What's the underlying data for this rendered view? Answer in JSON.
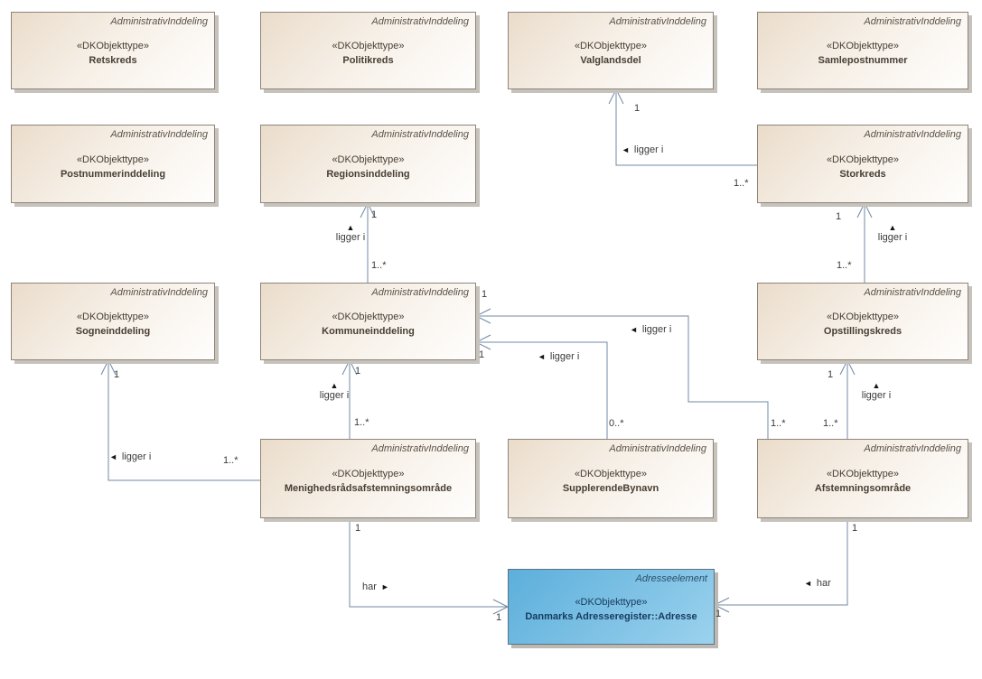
{
  "diagram": {
    "classes": [
      {
        "header": "AdministrativInddeling",
        "stereotype": "«DKObjekttype»",
        "name": "Retskreds"
      },
      {
        "header": "AdministrativInddeling",
        "stereotype": "«DKObjekttype»",
        "name": "Politikreds"
      },
      {
        "header": "AdministrativInddeling",
        "stereotype": "«DKObjekttype»",
        "name": "Valglandsdel"
      },
      {
        "header": "AdministrativInddeling",
        "stereotype": "«DKObjekttype»",
        "name": "Samlepostnummer"
      },
      {
        "header": "AdministrativInddeling",
        "stereotype": "«DKObjekttype»",
        "name": "Postnummerinddeling"
      },
      {
        "header": "AdministrativInddeling",
        "stereotype": "«DKObjekttype»",
        "name": "Regionsinddeling"
      },
      {
        "header": "AdministrativInddeling",
        "stereotype": "«DKObjekttype»",
        "name": "Storkreds"
      },
      {
        "header": "AdministrativInddeling",
        "stereotype": "«DKObjekttype»",
        "name": "Sogneinddeling"
      },
      {
        "header": "AdministrativInddeling",
        "stereotype": "«DKObjekttype»",
        "name": "Kommuneinddeling"
      },
      {
        "header": "AdministrativInddeling",
        "stereotype": "«DKObjekttype»",
        "name": "Opstillingskreds"
      },
      {
        "header": "AdministrativInddeling",
        "stereotype": "«DKObjekttype»",
        "name": "Menighedsrådsafstemningsområde"
      },
      {
        "header": "AdministrativInddeling",
        "stereotype": "«DKObjekttype»",
        "name": "SupplerendeBynavn"
      },
      {
        "header": "AdministrativInddeling",
        "stereotype": "«DKObjekttype»",
        "name": "Afstemningsområde"
      },
      {
        "header": "Adresseelement",
        "stereotype": "«DKObjekttype»",
        "name": "Danmarks Adresseregister::Adresse"
      }
    ],
    "connectors": [
      {
        "from": "Kommuneinddeling",
        "to": "Regionsinddeling",
        "label": "ligger i",
        "glyph": "▲",
        "mult_to": "1",
        "mult_from": "1..*"
      },
      {
        "from": "Storkreds",
        "to": "Valglandsdel",
        "label": "ligger i",
        "glyph": "◄",
        "mult_to": "1",
        "mult_from": "1..*"
      },
      {
        "from": "Opstillingskreds",
        "to": "Storkreds",
        "label": "ligger i",
        "glyph": "▲",
        "mult_to": "1",
        "mult_from": "1..*"
      },
      {
        "from": "Afstemningsområde",
        "to": "Opstillingskreds",
        "label": "ligger i",
        "glyph": "▲",
        "mult_to": "1",
        "mult_from": "1..*"
      },
      {
        "from": "Afstemningsområde",
        "to": "Kommuneinddeling",
        "label": "ligger i",
        "glyph": "◄",
        "mult_to": "1",
        "mult_from": "1..*"
      },
      {
        "from": "SupplerendeBynavn",
        "to": "Kommuneinddeling",
        "label": "ligger i",
        "glyph": "◄",
        "mult_to": "1",
        "mult_from": "0..*"
      },
      {
        "from": "Menighedsrådsafstemningsområde",
        "to": "Kommuneinddeling",
        "label": "ligger i",
        "glyph": "▲",
        "mult_to": "1",
        "mult_from": "1..*"
      },
      {
        "from": "Menighedsrådsafstemningsområde",
        "to": "Sogneinddeling",
        "label": "ligger i",
        "glyph": "◄",
        "mult_to": "1",
        "mult_from": "1..*"
      },
      {
        "from": "Menighedsrådsafstemningsområde",
        "to": "Danmarks Adresseregister::Adresse",
        "label": "har",
        "glyph": "►",
        "mult_to": "1",
        "mult_from": "1"
      },
      {
        "from": "Afstemningsområde",
        "to": "Danmarks Adresseregister::Adresse",
        "label": "har",
        "glyph": "◄",
        "mult_to": "1",
        "mult_from": "1"
      }
    ],
    "colors": {
      "class_fill_dark": "#eadcca",
      "class_fill_light": "#fffefd",
      "class_border": "#8e8479",
      "adresse_fill_dark": "#5cafdc",
      "adresse_fill_light": "#9bd2ee",
      "connector_line": "#7388a5",
      "label_text": "#3a3a3a",
      "shadow": "#c6c2bc"
    }
  }
}
